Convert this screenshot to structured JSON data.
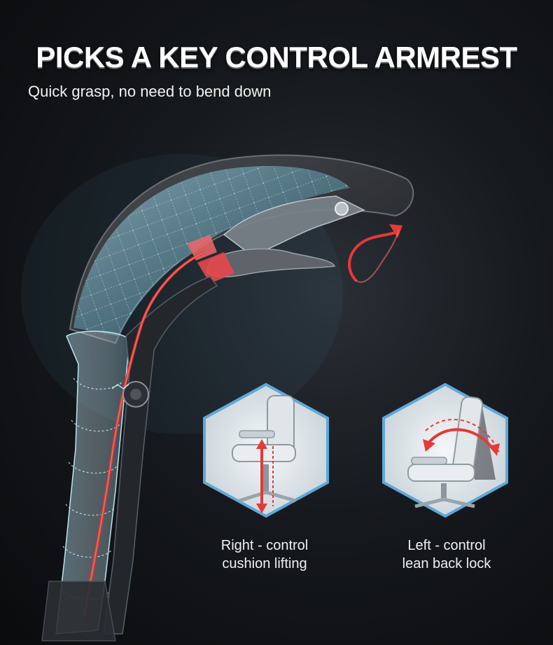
{
  "header": {
    "title": "PICKS A KEY CONTROL ARMREST",
    "subtitle": "Quick grasp, no need to bend down"
  },
  "features": [
    {
      "line1": "Right - control",
      "line2": "cushion lifting"
    },
    {
      "line1": "Left - control",
      "line2": "lean back lock"
    }
  ],
  "colors": {
    "accent_red": "#e53a35",
    "hex_border": "#5ea8d8",
    "mesh_glow": "#7fd8f0"
  }
}
